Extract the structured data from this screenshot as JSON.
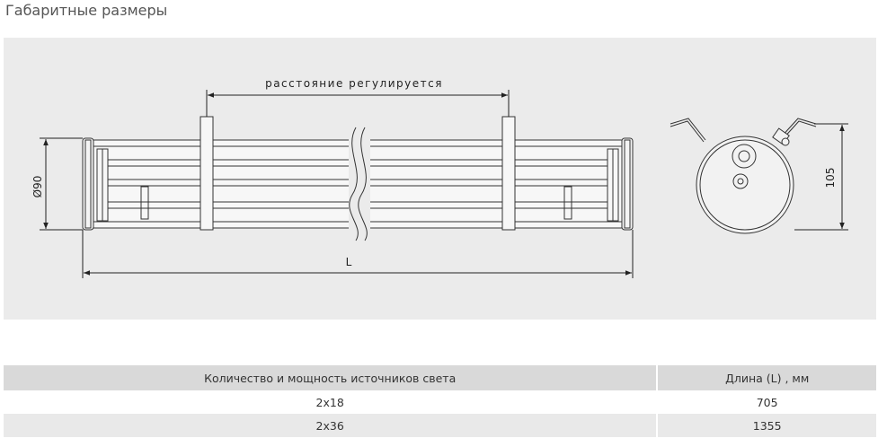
{
  "title": "Габаритные размеры",
  "drawing": {
    "label_adjustable": "расстояние регулируется",
    "label_diameter": "Ø90",
    "label_length": "L",
    "label_height": "105"
  },
  "table": {
    "headers": [
      "Количество и мощность источников света",
      "Длина (L) , мм"
    ],
    "rows": [
      [
        "2x18",
        "705"
      ],
      [
        "2x36",
        "1355"
      ]
    ]
  }
}
